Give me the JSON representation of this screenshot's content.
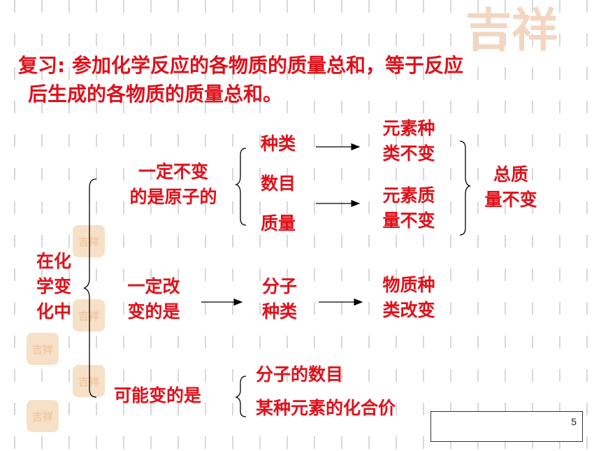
{
  "review": {
    "line1": "复习: 参加化学反应的各物质的质量总和，等于反应",
    "line2": "后生成的各物质的质量总和。"
  },
  "root": {
    "lines": [
      "在化",
      "学变",
      "化中"
    ]
  },
  "unchanged": {
    "label": [
      "一定不变",
      "的是原子的"
    ],
    "items": [
      "种类",
      "数目",
      "质量"
    ],
    "result_type": [
      "元素种",
      "类不变"
    ],
    "result_mass": [
      "元素质",
      "量不变"
    ],
    "total": [
      "总质",
      "量不变"
    ]
  },
  "changed": {
    "label": [
      "一定改",
      "变的是"
    ],
    "item": [
      "分子",
      "种类"
    ],
    "result": [
      "物质种",
      "类改变"
    ]
  },
  "maybe": {
    "label": "可能变的是",
    "items": [
      "分子的数目",
      "某种元素的化合价"
    ]
  },
  "decor": {
    "watermark": "吉祥",
    "seal_text": "吉祥"
  },
  "page_number": "5",
  "colors": {
    "text": "#e0101a",
    "arrow": "#000000",
    "seal": "#f1c8a2"
  }
}
